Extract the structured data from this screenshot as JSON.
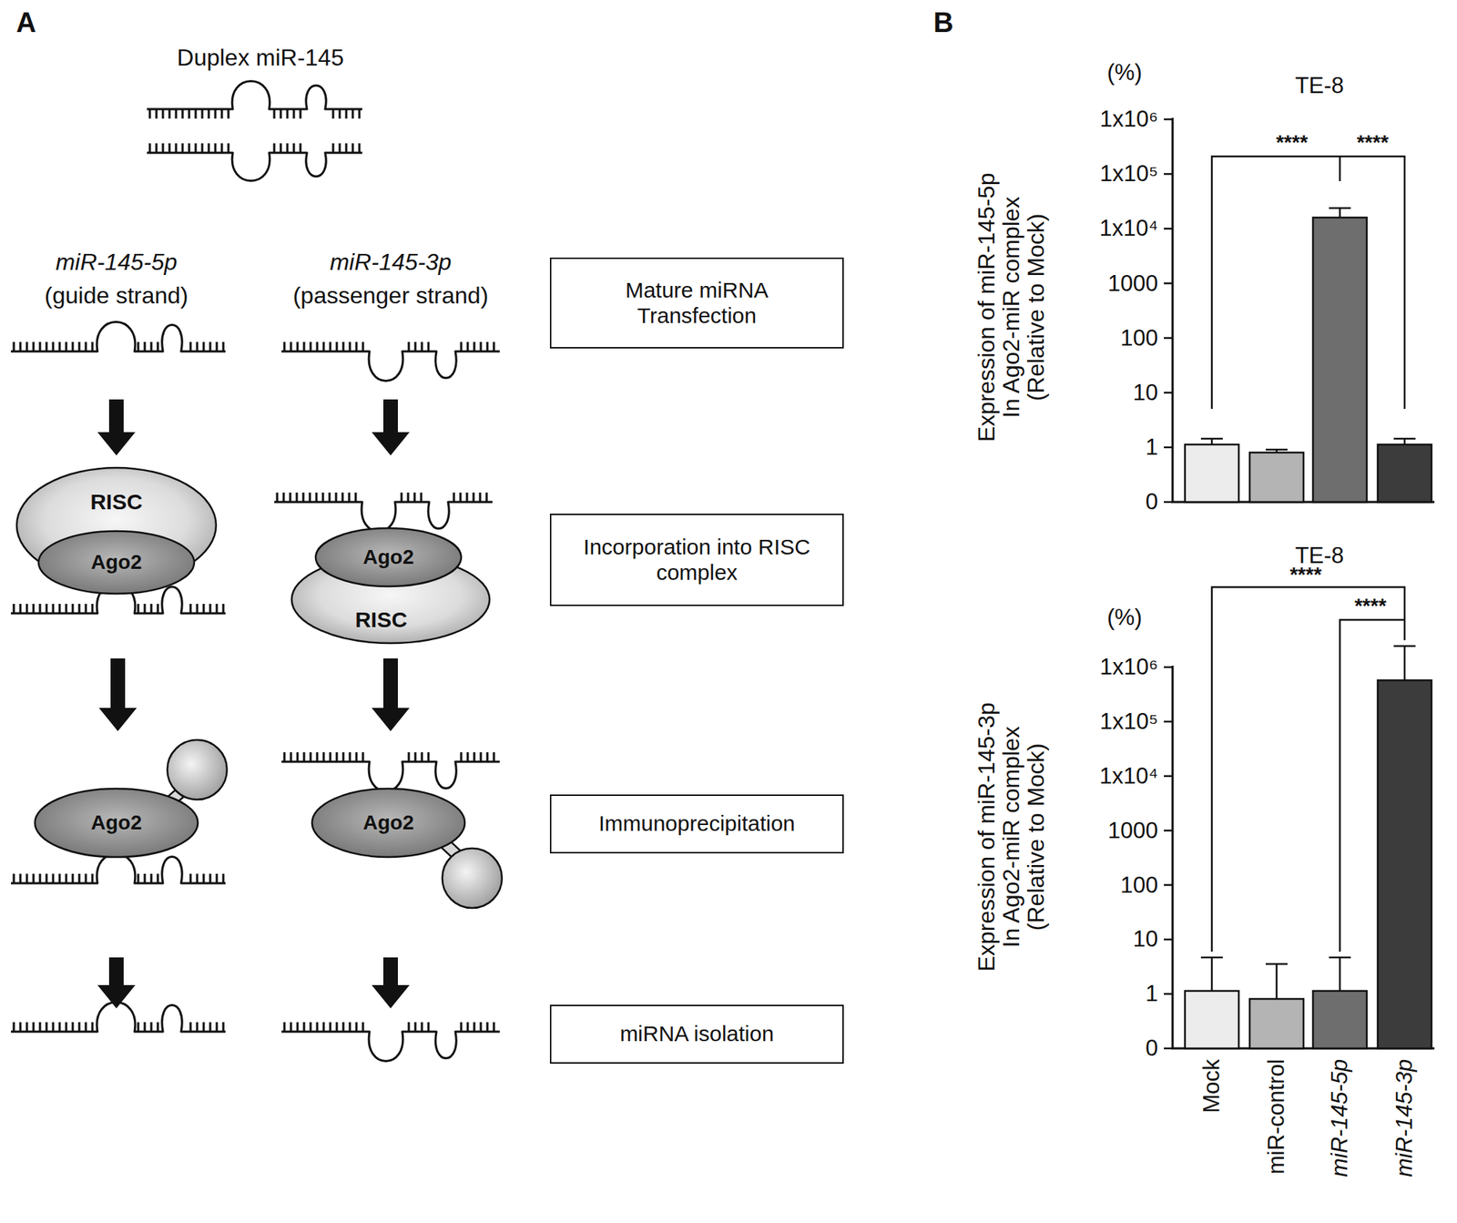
{
  "diagram": {
    "nodes": [
      {
        "text": [
          "Mature miRNA Transfection"
        ]
      },
      {
        "text": [
          "RISC"
        ]
      },
      {
        "text": [
          "Ago2"
        ],
        "in": 1
      },
      {
        "text": [
          "RISC"
        ]
      },
      {
        "text": [
          "Ago2"
        ],
        "in": 3
      },
      {
        "text": [
          "Incorporation into RISC complex"
        ]
      },
      {
        "text": [
          "Ago2"
        ]
      },
      {
        "text": [
          "Ago2"
        ]
      },
      {
        "text": [
          "Immunoprecipitation"
        ]
      },
      {
        "text": [
          "miRNA isolation"
        ]
      }
    ],
    "edges": [
      {
        "from": 1,
        "to": 6,
        "arrow": "to"
      },
      {
        "from": 3,
        "to": 7,
        "arrow": "to"
      }
    ],
    "labels": [
      "A",
      "Duplex miR-145",
      "miR-145-5p",
      "(guide strand)",
      "miR-145-3p",
      "(passenger strand)",
      "B",
      "(%)",
      "TE-8",
      "****",
      "****",
      "1x10⁶",
      "1x10⁵",
      "1x10⁴",
      "1000",
      "100",
      "10",
      "1",
      "0",
      "Expression of miR-145-5p",
      "In Ago2-miR complex",
      "(Relative to Mock)",
      "TE-8",
      "****",
      "(%)",
      "****",
      "1x10⁶",
      "1x10⁵",
      "1x10⁴",
      "1000",
      "100",
      "10",
      "1",
      "0",
      "Expression of miR-145-3p",
      "In Ago2-miR complex",
      "(Relative to Mock)",
      "Mock",
      "miR-control",
      "miR-145-5p",
      "miR-145-3p"
    ]
  }
}
